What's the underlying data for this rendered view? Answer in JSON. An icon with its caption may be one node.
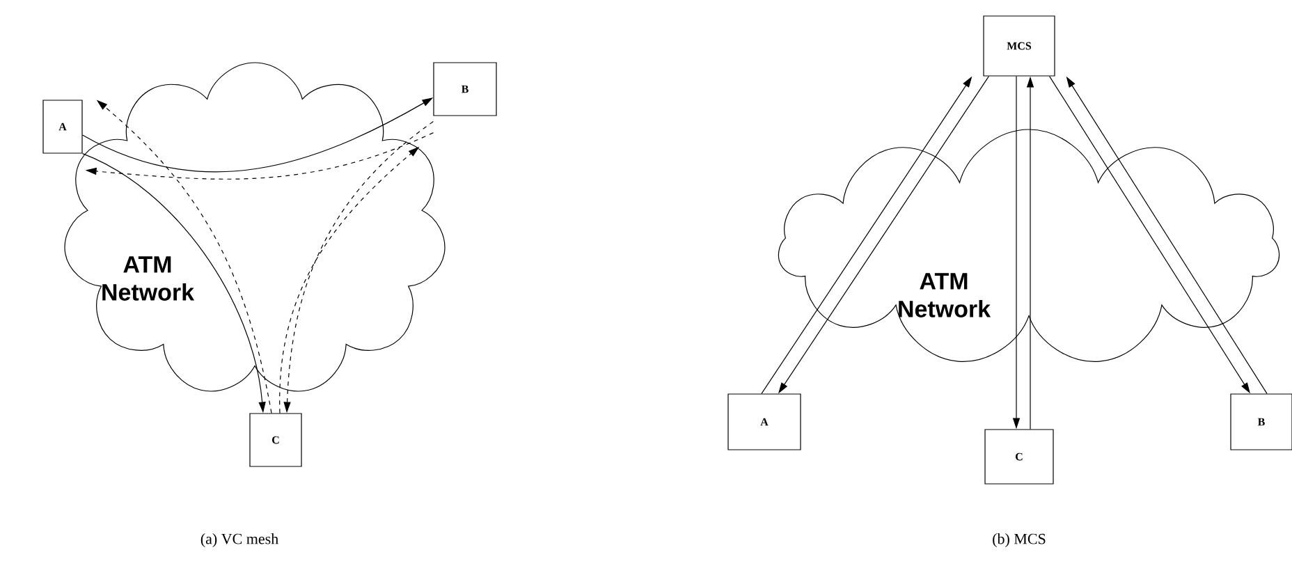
{
  "diagram": {
    "nodes": [
      {
        "text": [
          "A"
        ]
      },
      {
        "text": [
          "B"
        ]
      },
      {
        "text": [
          "C"
        ]
      },
      {
        "text": [
          "MCS"
        ]
      },
      {
        "text": [
          "A"
        ]
      },
      {
        "text": [
          "C"
        ]
      },
      {
        "text": [
          "B"
        ]
      }
    ],
    "edges": [
      {
        "from": 0,
        "to": 1,
        "arrow": "to"
      },
      {
        "from": 0,
        "to": 2,
        "arrow": "to"
      },
      {
        "from": 2,
        "to": 0,
        "arrow": "to",
        "style": "dashed"
      },
      {
        "from": 1,
        "to": 0,
        "arrow": "to",
        "style": "dashed"
      },
      {
        "from": 1,
        "to": 2,
        "arrow": "to",
        "style": "dashed"
      },
      {
        "from": 2,
        "to": 1,
        "arrow": "to",
        "style": "dashed"
      },
      {
        "from": 4,
        "to": 3,
        "arrow": "to"
      },
      {
        "from": 3,
        "to": 4,
        "arrow": "to"
      },
      {
        "from": 3,
        "to": 5,
        "arrow": "to"
      },
      {
        "from": 5,
        "to": 3,
        "arrow": "to"
      },
      {
        "from": 3,
        "to": 6,
        "arrow": "to"
      },
      {
        "from": 6,
        "to": 3,
        "arrow": "to"
      }
    ],
    "labels": [
      "ATM Network",
      "ATM Network",
      "(a) VC mesh",
      "(b) MCS"
    ]
  }
}
